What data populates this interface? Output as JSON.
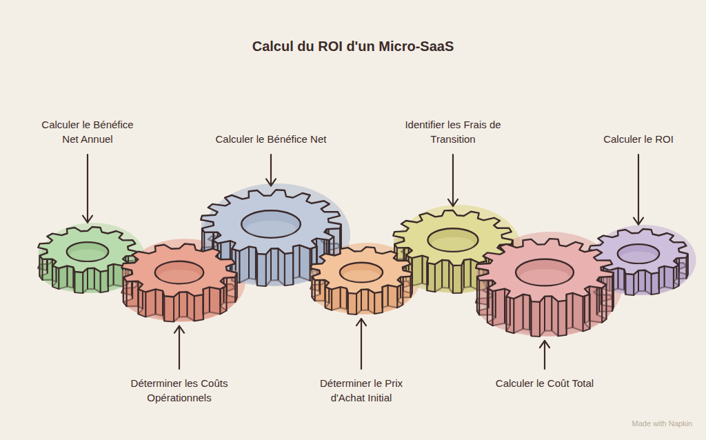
{
  "diagram": {
    "title": "Calcul du ROI d'un Micro-SaaS",
    "nodes": [
      {
        "text": [
          "Calculer le Bénéfice Net Annuel"
        ]
      },
      {
        "text": [
          "Déterminer les Coûts Opérationnels"
        ]
      },
      {
        "text": [
          "Calculer le Bénéfice Net"
        ]
      },
      {
        "text": [
          "Déterminer le Prix d'Achat Initial"
        ]
      },
      {
        "text": [
          "Identifier les Frais de Transition"
        ]
      },
      {
        "text": [
          "Calculer le Coût Total"
        ]
      },
      {
        "text": [
          "Calculer le ROI"
        ]
      }
    ],
    "labels": [
      "Made with Napkin"
    ]
  }
}
